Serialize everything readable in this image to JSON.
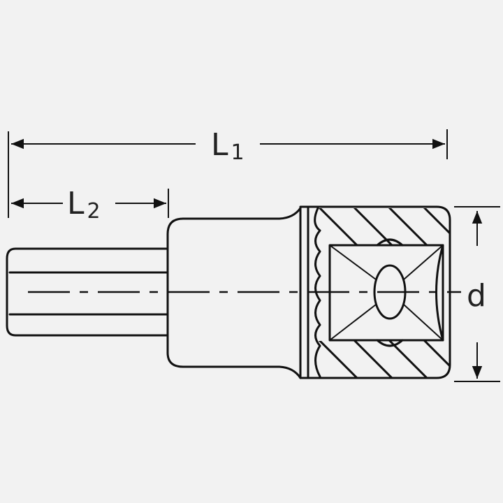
{
  "dimensions": {
    "L1": {
      "letter": "L",
      "subscript": "1"
    },
    "L2": {
      "letter": "L",
      "subscript": "2"
    },
    "d": {
      "letter": "d"
    }
  },
  "colors": {
    "background": "#f2f2f2",
    "line": "#111111"
  }
}
